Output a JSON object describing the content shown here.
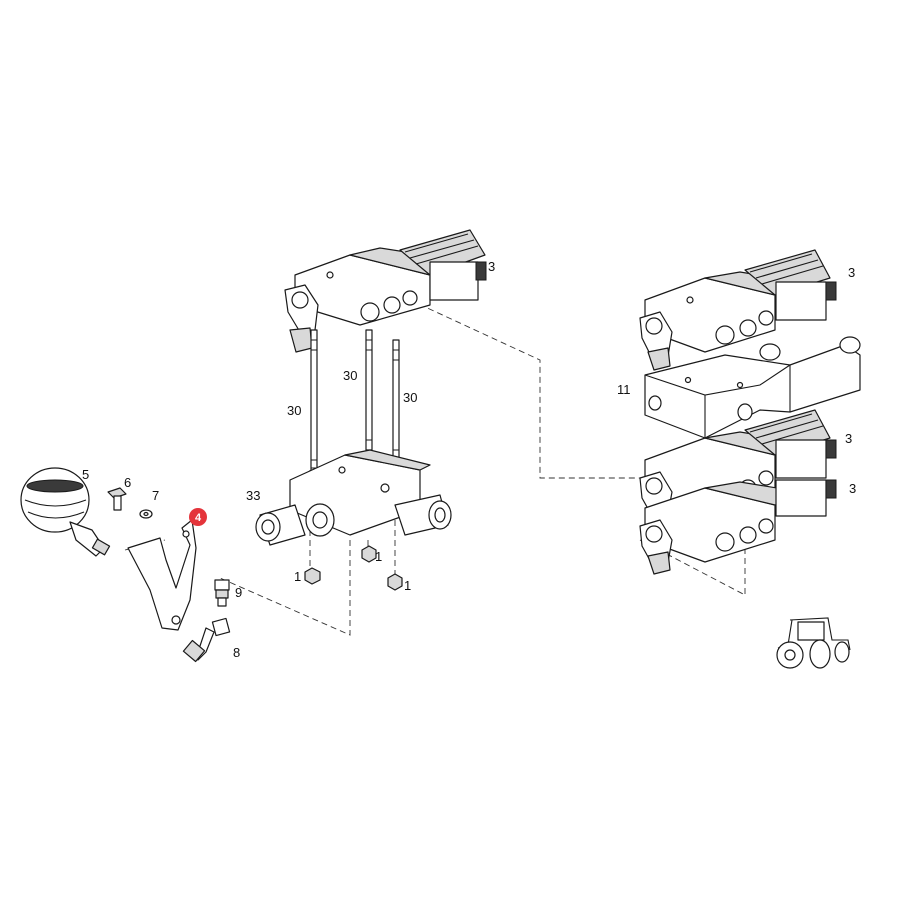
{
  "callouts": {
    "c1a": "1",
    "c1b": "1",
    "c1c": "1",
    "c3a": "3",
    "c3b": "3",
    "c3c": "3",
    "c3d": "3",
    "c4": "4",
    "c5": "5",
    "c6": "6",
    "c7": "7",
    "c8": "8",
    "c9": "9",
    "c11": "11",
    "c30a": "30",
    "c30b": "30",
    "c30c": "30",
    "c33": "33"
  },
  "colors": {
    "highlight_badge": "#e4343b",
    "line": "#1a1a1a"
  },
  "icons": {
    "corner": "tractor-icon"
  }
}
